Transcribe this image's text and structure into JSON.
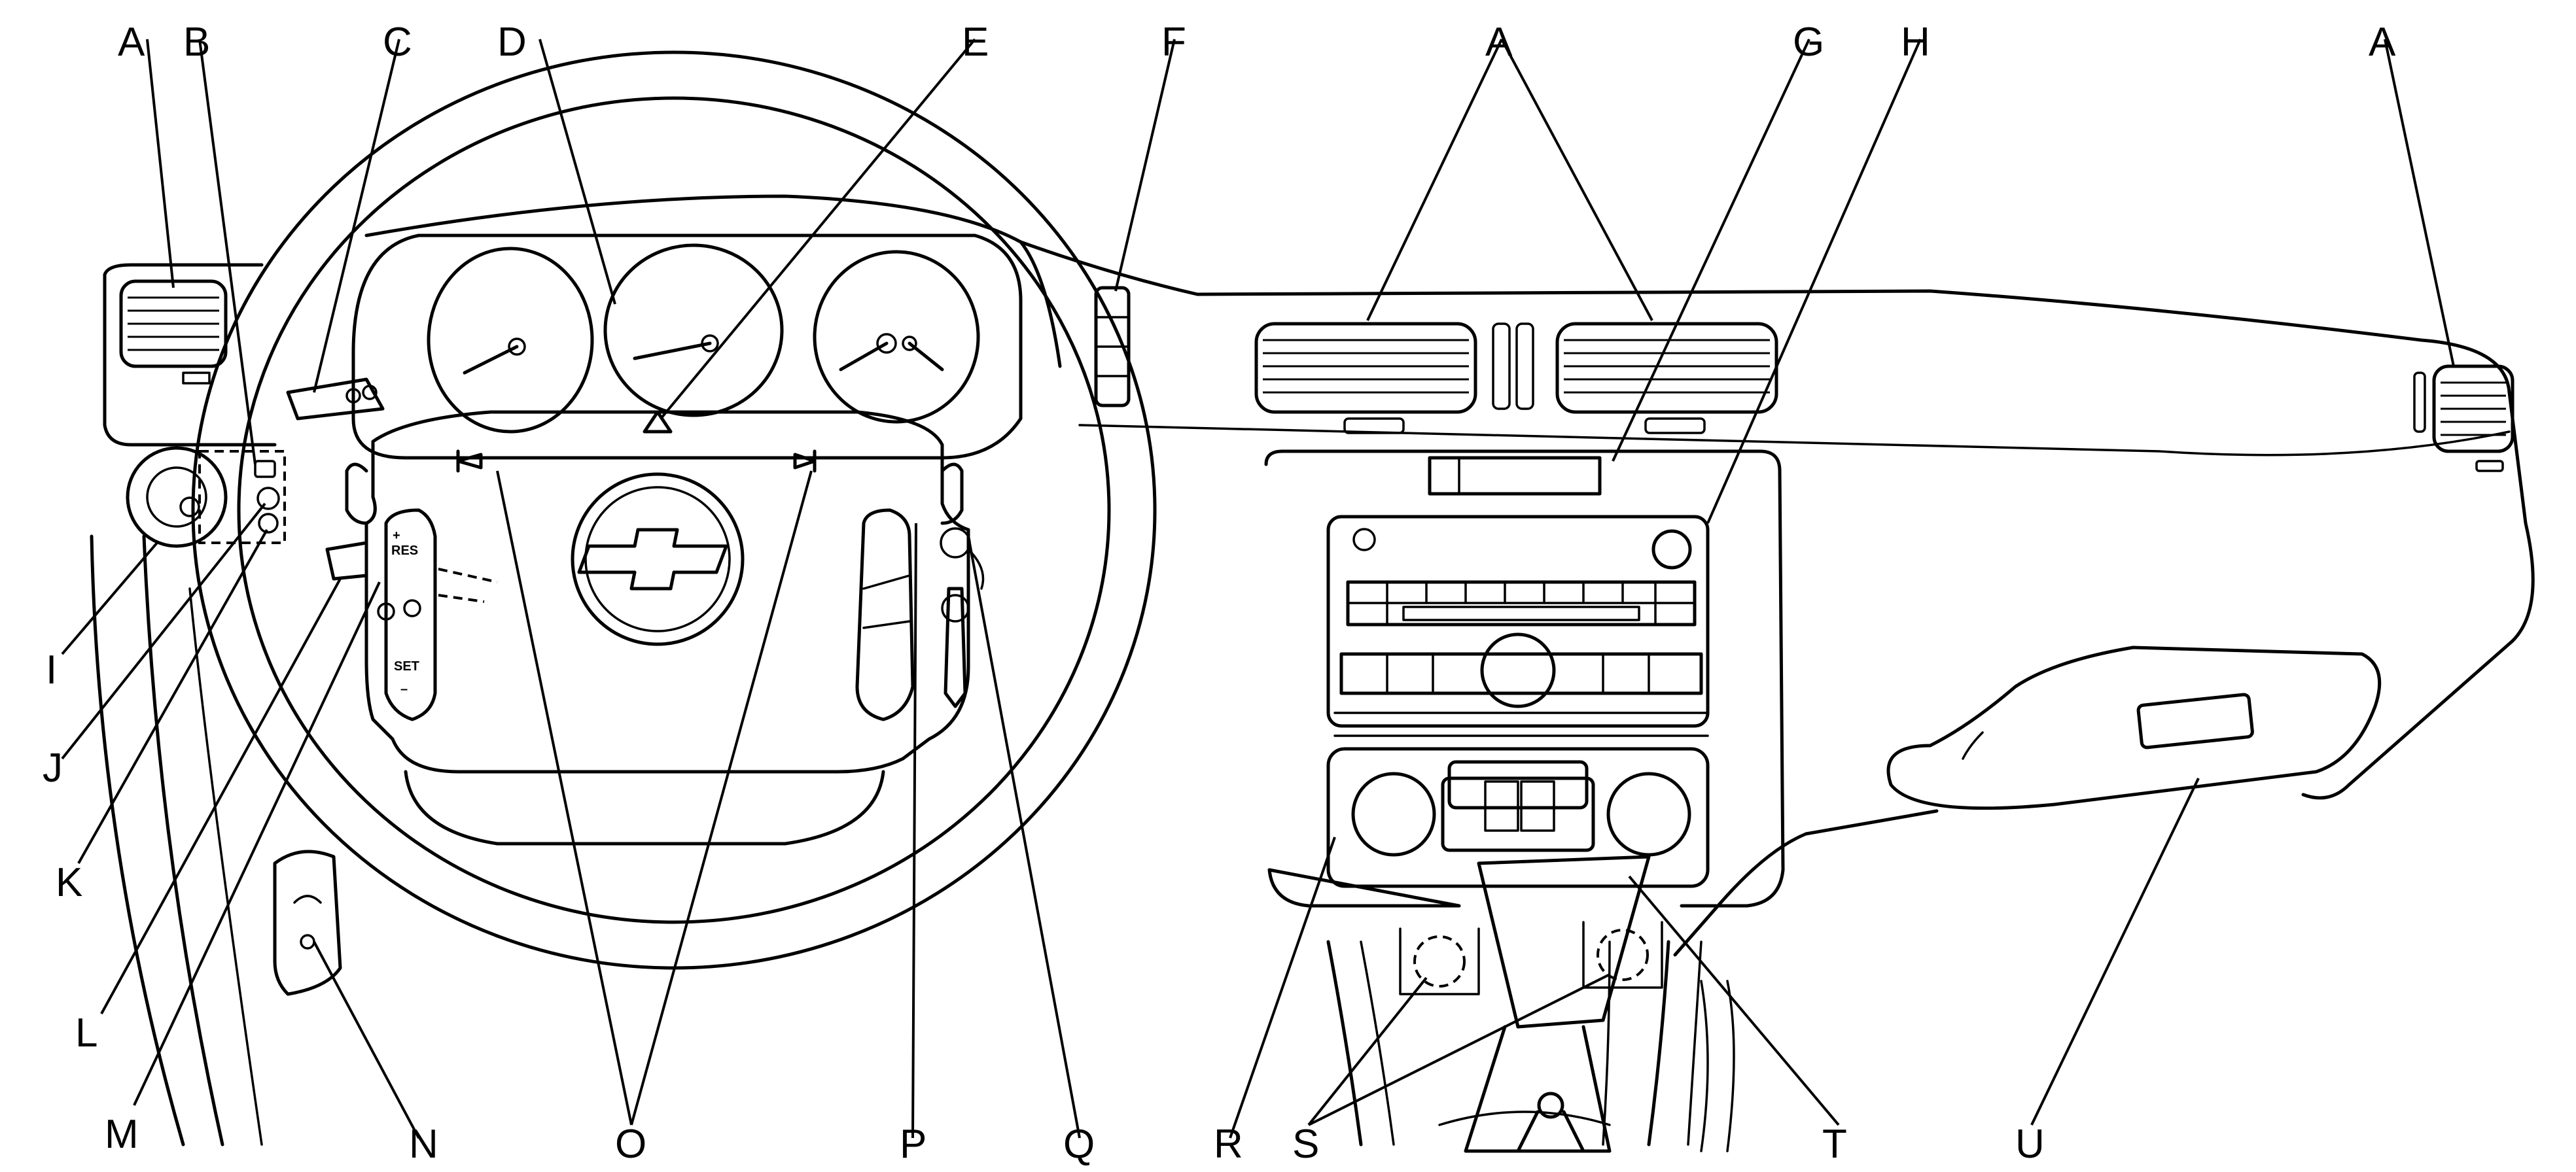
{
  "labels": {
    "A": "A",
    "B": "B",
    "C": "C",
    "D": "D",
    "E": "E",
    "F": "F",
    "G": "G",
    "H": "H",
    "I": "I",
    "J": "J",
    "K": "K",
    "L": "L",
    "M": "M",
    "N": "N",
    "O": "O",
    "P": "P",
    "Q": "Q",
    "R": "R",
    "S": "S",
    "T": "T",
    "U": "U"
  },
  "cruise_text": {
    "plus": "+",
    "res": "RES",
    "set": "SET",
    "minus": "–"
  },
  "colors": {
    "ink": "#000000",
    "paper": "#ffffff"
  }
}
